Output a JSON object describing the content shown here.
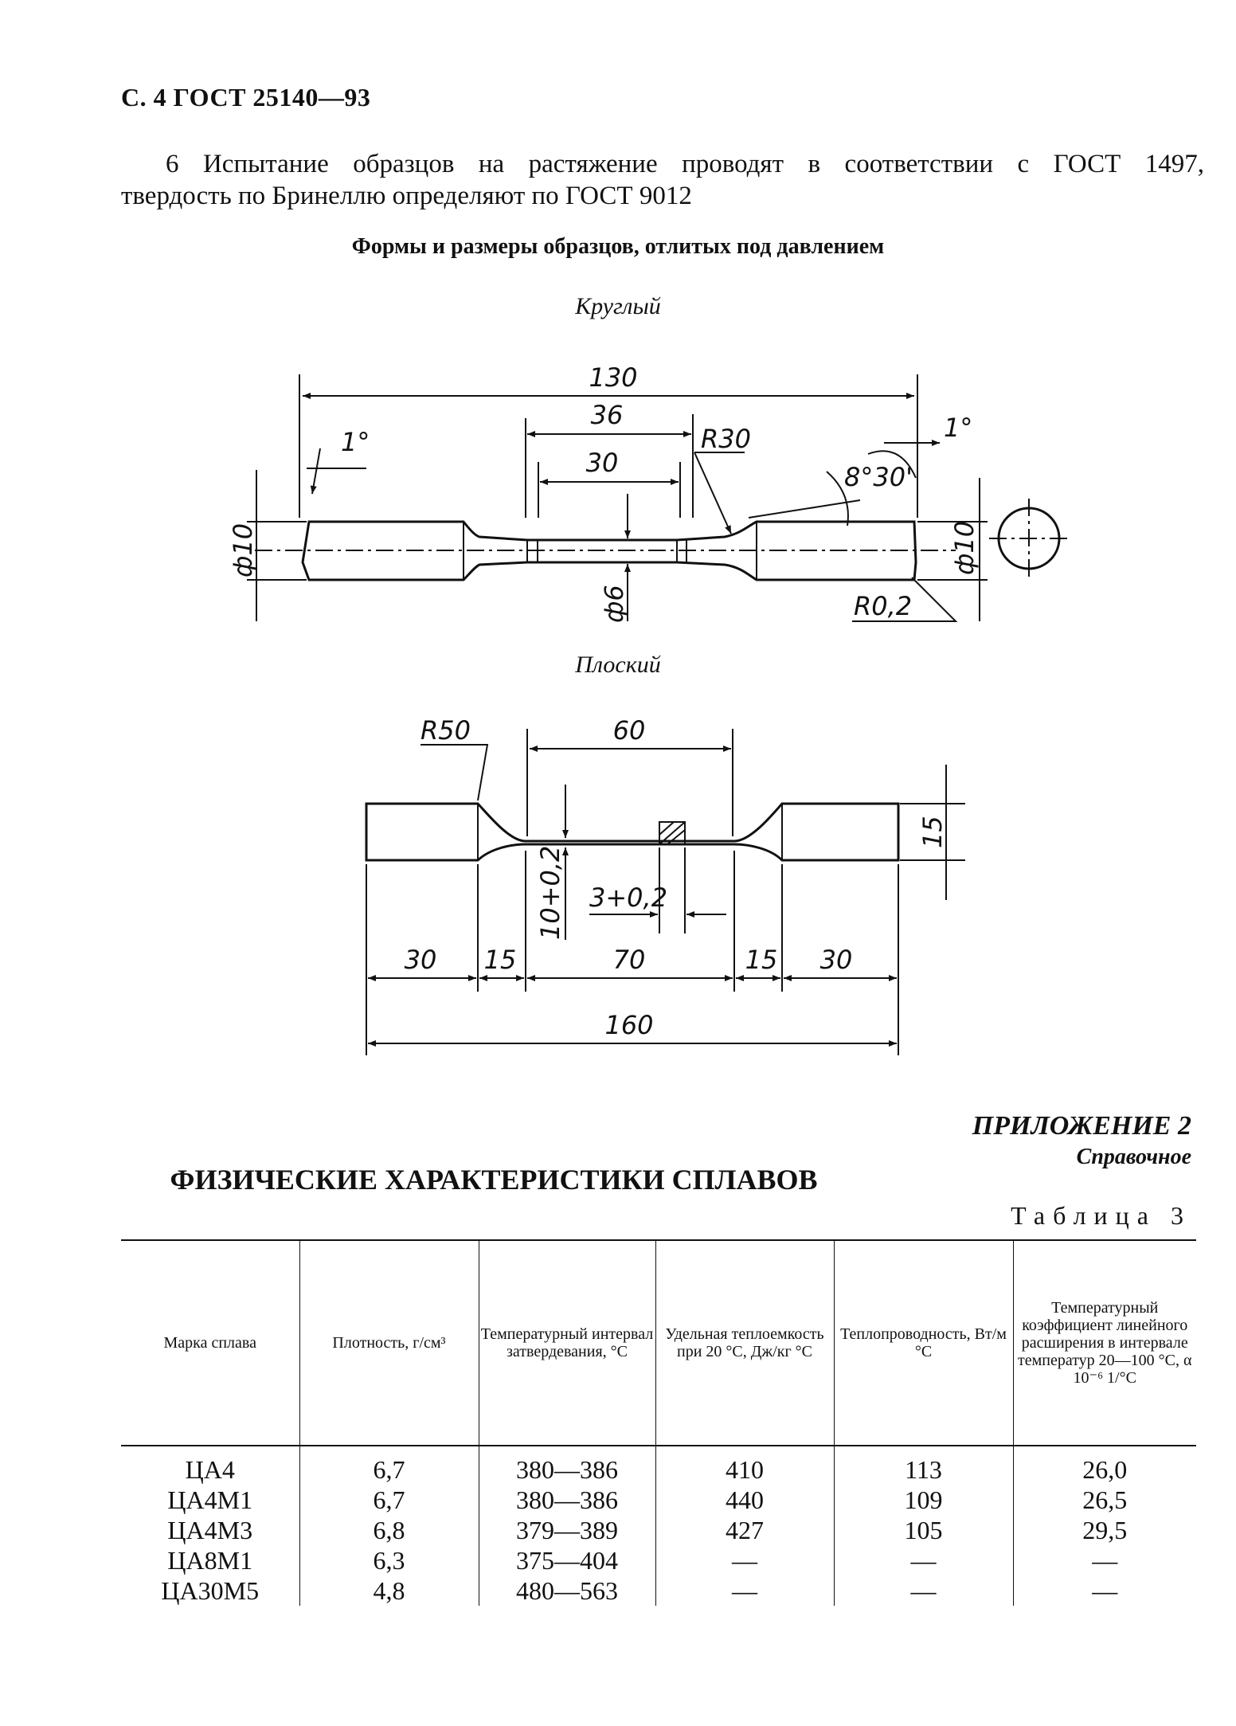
{
  "header": "С. 4 ГОСТ 25140—93",
  "paragraph": {
    "line1": "6 Испытание образцов на растяжение проводят в соответствии с ГОСТ 1497,",
    "line2": "твердость по Бринеллю определяют по ГОСТ 9012"
  },
  "figure_title": "Формы и размеры образцов, отлитых под давлением",
  "round": {
    "caption": "Круглый",
    "dims": {
      "overall": "130",
      "mid": "36",
      "gauge": "30",
      "fillet": "R30",
      "angle_left": "1°",
      "angle_right": "1°",
      "taper": "8°30'",
      "dia_end_left": "ф10",
      "dia_end_right": "ф10",
      "dia_gauge": "ф6",
      "edge_radius": "R0,2"
    }
  },
  "flat": {
    "caption": "Плоский",
    "dims": {
      "fillet": "R50",
      "gauge": "60",
      "width": "15",
      "thickness": "10+0,2",
      "section": "3+0,2",
      "seg1": "30",
      "seg2": "15",
      "seg3": "70",
      "seg4": "15",
      "seg5": "30",
      "overall": "160"
    }
  },
  "appendix": {
    "title": "ПРИЛОЖЕНИЕ 2",
    "subtitle": "Справочное"
  },
  "section_title": "ФИЗИЧЕСКИЕ ХАРАКТЕРИСТИКИ СПЛАВОВ",
  "table_label": "Таблица 3",
  "table": {
    "headers": [
      "Марка сплава",
      "Плотность, г/см³",
      "Температурный интервал затвердевания, °С",
      "Удельная теплоемкость при 20 °С, Дж/кг °С",
      "Теплопроводность, Вт/м °С",
      "Температурный коэффициент линейного расширения в интервале температур 20—100 °С, α 10⁻⁶ 1/°С"
    ],
    "rows": [
      [
        "ЦА4",
        "6,7",
        "380—386",
        "410",
        "113",
        "26,0"
      ],
      [
        "ЦА4М1",
        "6,7",
        "380—386",
        "440",
        "109",
        "26,5"
      ],
      [
        "ЦА4М3",
        "6,8",
        "379—389",
        "427",
        "105",
        "29,5"
      ],
      [
        "ЦА8М1",
        "6,3",
        "375—404",
        "—",
        "—",
        "—"
      ],
      [
        "ЦА30М5",
        "4,8",
        "480—563",
        "—",
        "—",
        "—"
      ]
    ]
  }
}
